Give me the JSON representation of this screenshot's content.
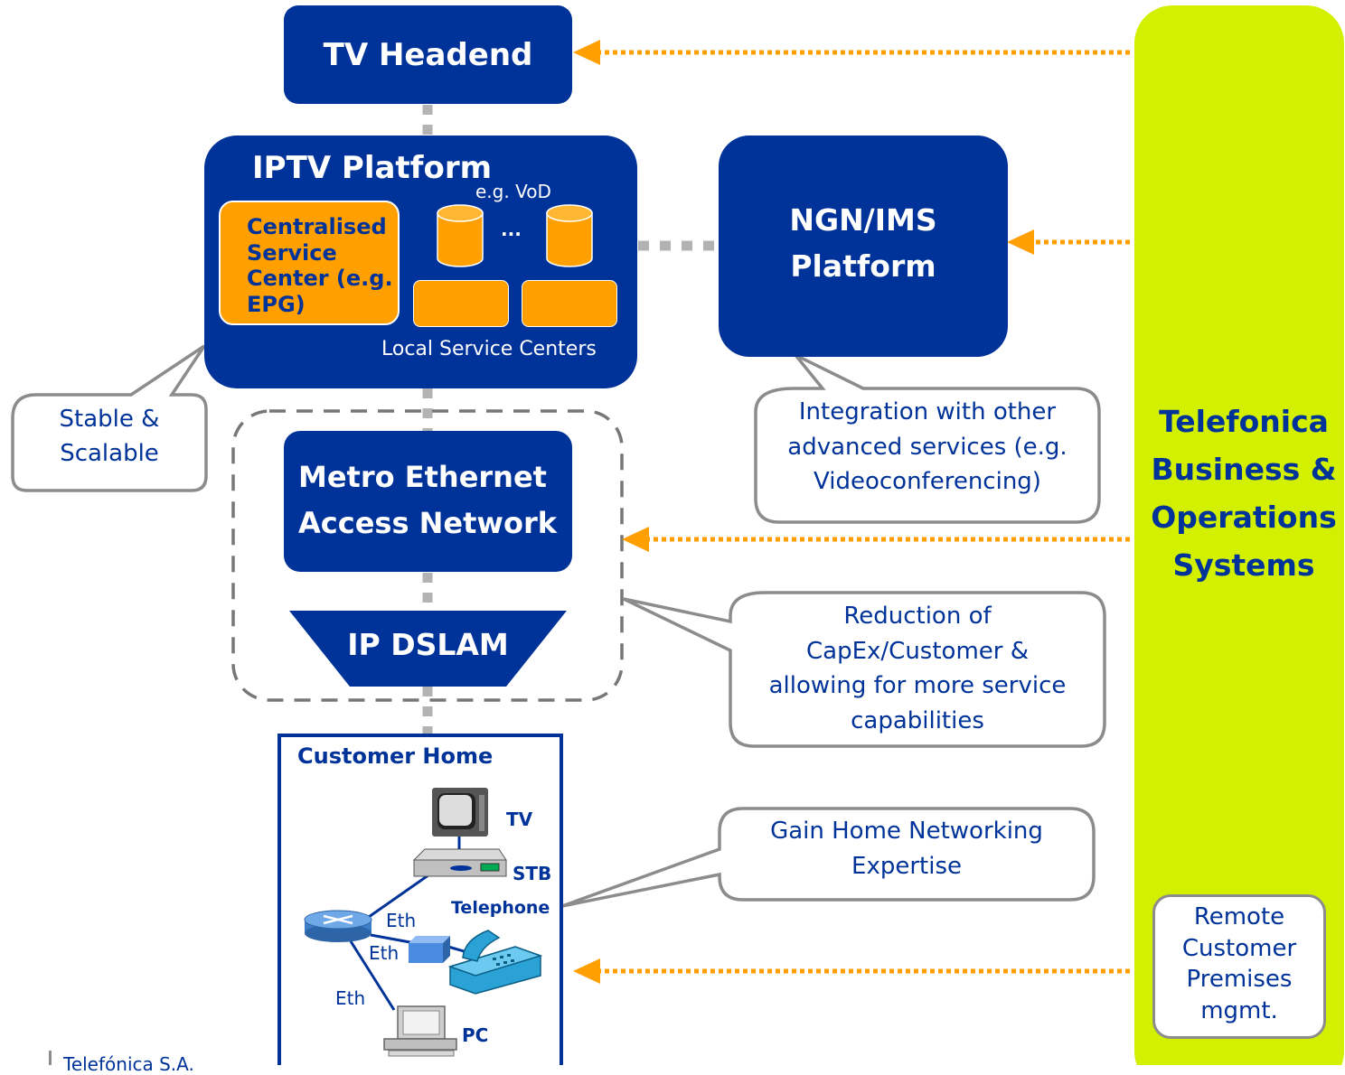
{
  "headend": {
    "label": "TV Headend"
  },
  "iptv": {
    "title": "IPTV Platform",
    "vod_label": "e.g. VoD",
    "ellipsis": "...",
    "central_label": "Centralised Service Center (e.g. EPG)",
    "local_label": "Local Service Centers"
  },
  "ngn": {
    "label_line1": "NGN/IMS",
    "label_line2": "Platform"
  },
  "metro": {
    "label_line1": "Metro Ethernet",
    "label_line2": "Access Network"
  },
  "dslam": {
    "label": "IP DSLAM"
  },
  "ops": {
    "label_lines": [
      "Telefonica",
      "Business &",
      "Operations",
      "Systems"
    ]
  },
  "remote": {
    "label_lines": [
      "Remote",
      "Customer",
      "Premises",
      "mgmt."
    ]
  },
  "callouts": {
    "stable": {
      "lines": [
        "Stable &",
        "Scalable"
      ]
    },
    "integration": {
      "lines": [
        "Integration with other",
        "advanced services (e.g.",
        "Videoconferencing)"
      ]
    },
    "reduction": {
      "lines": [
        "Reduction of",
        "CapEx/Customer &",
        "allowing for more service",
        "capabilities"
      ]
    },
    "gain": {
      "lines": [
        "Gain Home Networking",
        "Expertise"
      ]
    }
  },
  "home": {
    "title": "Customer Home",
    "tv": "TV",
    "stb": "STB",
    "telephone": "Telephone",
    "pc": "PC",
    "eth1": "Eth",
    "eth2": "Eth",
    "eth3": "Eth"
  },
  "footer": {
    "company": "Telefónica S.A."
  },
  "colors": {
    "navy": "#003399",
    "orange": "#ff9f00",
    "lime": "#d2f000",
    "grey": "#aaaaaa"
  }
}
